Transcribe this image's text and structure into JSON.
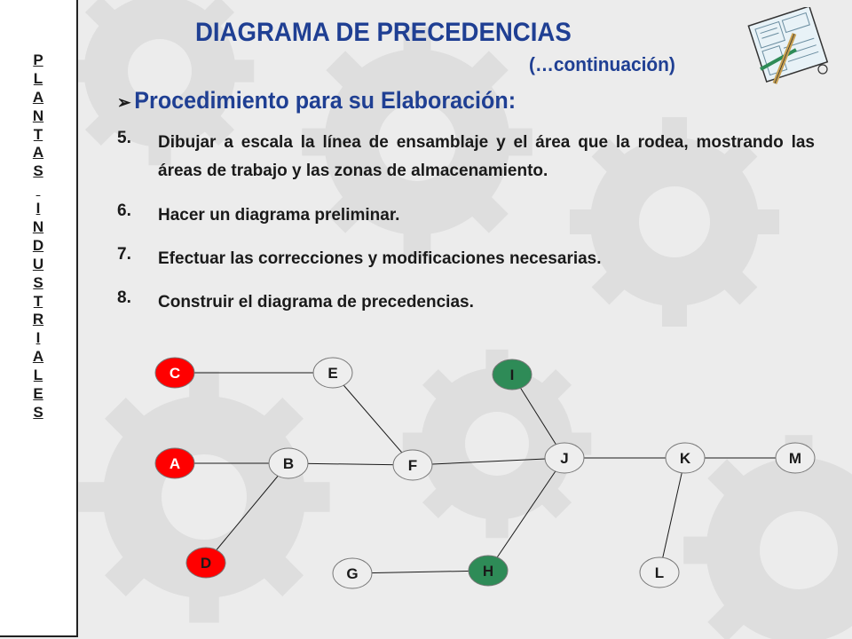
{
  "sidebar": {
    "letters": [
      "P",
      "L",
      "A",
      "N",
      "T",
      "A",
      "S",
      " ",
      "I",
      "N",
      "D",
      "U",
      "S",
      "T",
      "R",
      "I",
      "A",
      "L",
      "E",
      "S"
    ]
  },
  "header": {
    "title": "DIAGRAMA  DE PRECEDENCIAS",
    "subtitle": "(…continuación)"
  },
  "section": {
    "bullet": "➢",
    "heading": "Procedimiento para su Elaboración:"
  },
  "steps": [
    {
      "num": "5.",
      "text": "Dibujar a escala la línea de ensamblaje y el área que la rodea, mostrando las áreas de trabajo y las zonas de almacenamiento."
    },
    {
      "num": "6.",
      "text": "Hacer un diagrama preliminar."
    },
    {
      "num": "7.",
      "text": "Efectuar las correcciones y modificaciones necesarias."
    },
    {
      "num": "8.",
      "text": "Construir el diagrama de precedencias."
    }
  ],
  "diagram": {
    "nodes": {
      "C": {
        "label": "C",
        "fill": "#ff0000",
        "text": "#ffffff"
      },
      "E": {
        "label": "E",
        "fill": "#eeeeee",
        "text": "#1a1a1a"
      },
      "I": {
        "label": "I",
        "fill": "#2e8b57",
        "text": "#1a1a1a"
      },
      "A": {
        "label": "A",
        "fill": "#ff0000",
        "text": "#ffffff"
      },
      "B": {
        "label": "B",
        "fill": "#eeeeee",
        "text": "#1a1a1a"
      },
      "F": {
        "label": "F",
        "fill": "#eeeeee",
        "text": "#1a1a1a"
      },
      "J": {
        "label": "J",
        "fill": "#eeeeee",
        "text": "#1a1a1a"
      },
      "K": {
        "label": "K",
        "fill": "#eeeeee",
        "text": "#1a1a1a"
      },
      "M": {
        "label": "M",
        "fill": "#eeeeee",
        "text": "#1a1a1a"
      },
      "D": {
        "label": "D",
        "fill": "#ff0000",
        "text": "#1a1a1a"
      },
      "G": {
        "label": "G",
        "fill": "#eeeeee",
        "text": "#1a1a1a"
      },
      "H": {
        "label": "H",
        "fill": "#2e8b57",
        "text": "#1a1a1a"
      },
      "L": {
        "label": "L",
        "fill": "#eeeeee",
        "text": "#1a1a1a"
      }
    },
    "edges": [
      [
        "C",
        "E"
      ],
      [
        "E",
        "F"
      ],
      [
        "A",
        "B"
      ],
      [
        "B",
        "F"
      ],
      [
        "F",
        "J"
      ],
      [
        "I",
        "J"
      ],
      [
        "J",
        "K"
      ],
      [
        "K",
        "M"
      ],
      [
        "K",
        "L"
      ],
      [
        "B",
        "D"
      ],
      [
        "G",
        "H"
      ],
      [
        "H",
        "J"
      ]
    ]
  },
  "colors": {
    "title": "#1f3f93",
    "text": "#1a1a1a",
    "red_node": "#ff0000",
    "green_node": "#2e8b57"
  }
}
